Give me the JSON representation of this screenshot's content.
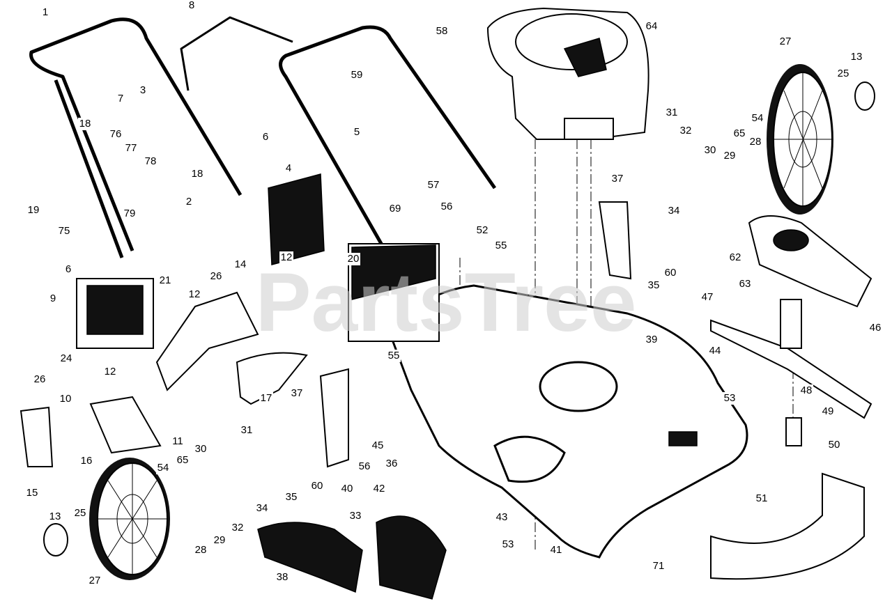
{
  "watermark": "PartsTree",
  "labels": [
    "1",
    "8",
    "58",
    "64",
    "27",
    "13",
    "25",
    "54",
    "65",
    "28",
    "59",
    "7",
    "3",
    "5",
    "31",
    "32",
    "30",
    "29",
    "18",
    "76",
    "77",
    "78",
    "18",
    "6",
    "4",
    "2",
    "19",
    "79",
    "37",
    "34",
    "57",
    "56",
    "69",
    "52",
    "55",
    "62",
    "63",
    "47",
    "46",
    "75",
    "6",
    "26",
    "21",
    "14",
    "12",
    "12",
    "20",
    "35",
    "60",
    "39",
    "9",
    "24",
    "26",
    "55",
    "44",
    "12",
    "10",
    "37",
    "17",
    "31",
    "48",
    "53",
    "49",
    "11",
    "16",
    "15",
    "30",
    "54",
    "65",
    "45",
    "36",
    "40",
    "60",
    "56",
    "35",
    "34",
    "50",
    "42",
    "13",
    "25",
    "28",
    "29",
    "32",
    "33",
    "43",
    "51",
    "53",
    "41",
    "71",
    "27",
    "38"
  ]
}
